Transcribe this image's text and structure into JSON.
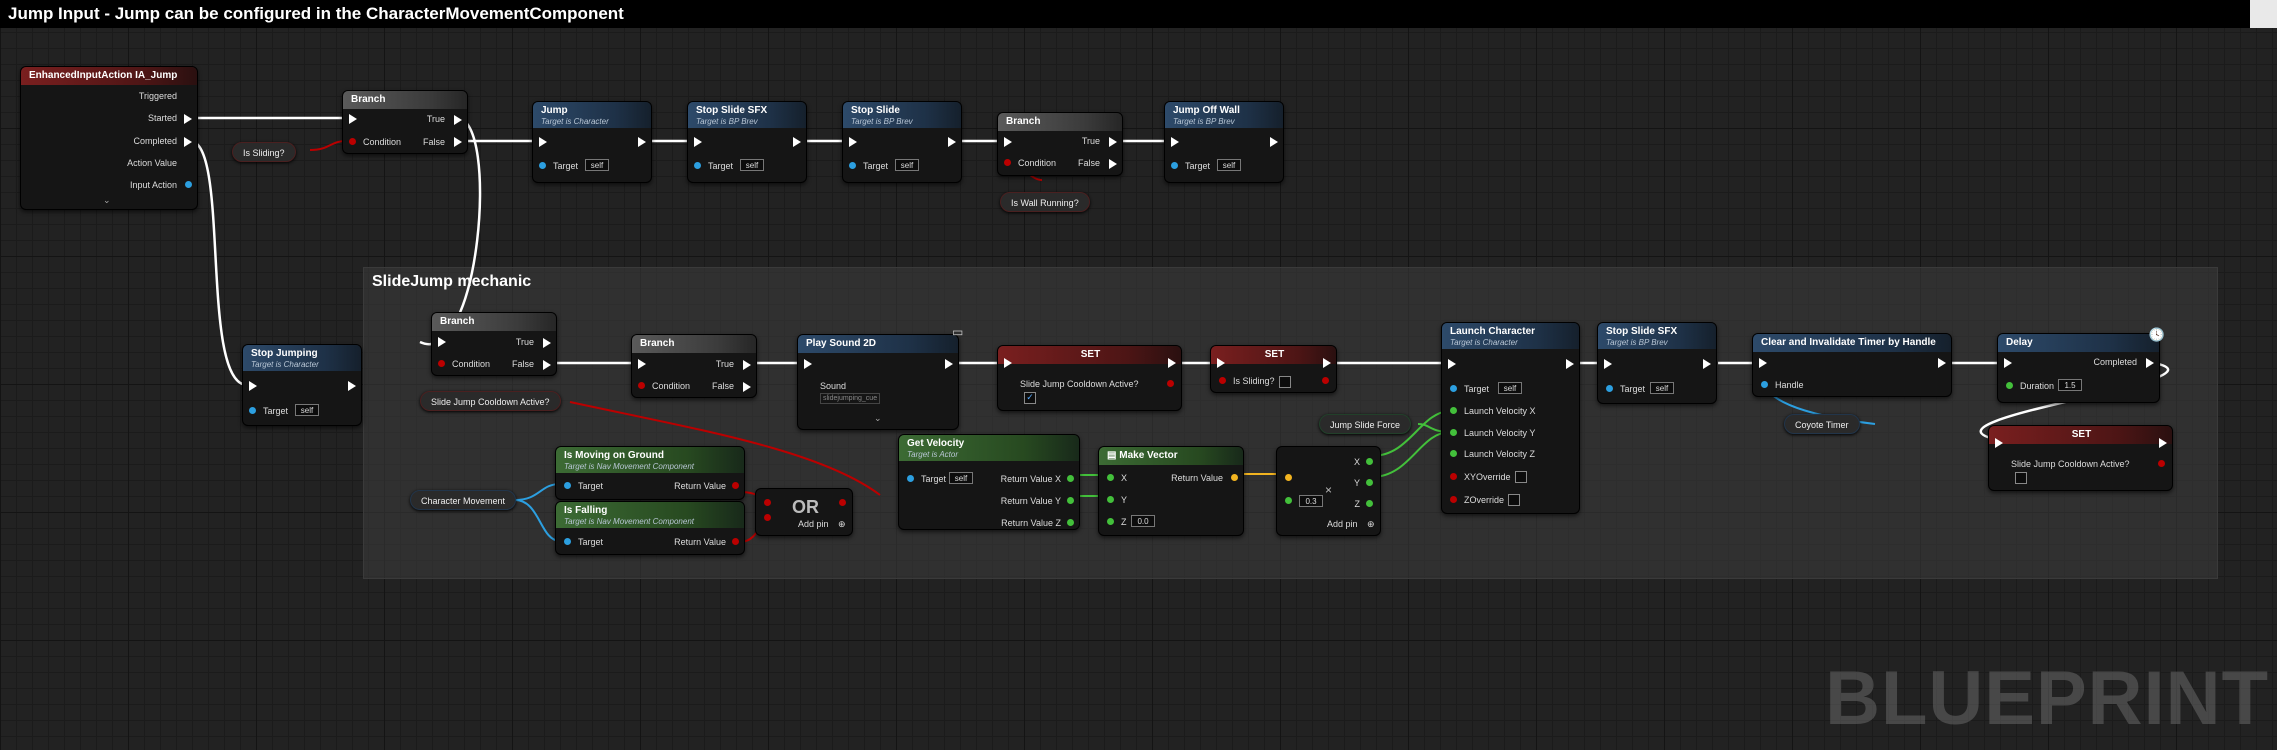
{
  "title": "Jump Input - Jump can be configured in the CharacterMovementComponent",
  "comment_title": "SlideJump mechanic",
  "watermark": "BLUEPRINT",
  "nodes": {
    "input": {
      "title": "EnhancedInputAction IA_Jump",
      "pins": [
        "Triggered",
        "Started",
        "Completed",
        "Action Value",
        "Input Action"
      ]
    },
    "branch1": {
      "title": "Branch",
      "true": "True",
      "false": "False",
      "condition": "Condition"
    },
    "is_sliding1": "Is Sliding?",
    "jump": {
      "title": "Jump",
      "sub": "Target is Character",
      "target": "Target",
      "self": "self"
    },
    "stop_slide_sfx1": {
      "title": "Stop Slide SFX",
      "sub": "Target is BP Brev",
      "target": "Target",
      "self": "self"
    },
    "stop_slide": {
      "title": "Stop Slide",
      "sub": "Target is BP Brev",
      "target": "Target",
      "self": "self"
    },
    "branch2": {
      "title": "Branch",
      "true": "True",
      "false": "False",
      "condition": "Condition"
    },
    "is_wall_running": "Is Wall Running?",
    "jump_off_wall": {
      "title": "Jump Off Wall",
      "sub": "Target is BP Brev",
      "target": "Target",
      "self": "self"
    },
    "stop_jumping": {
      "title": "Stop Jumping",
      "sub": "Target is Character",
      "target": "Target",
      "self": "self"
    },
    "branch3": {
      "title": "Branch",
      "true": "True",
      "false": "False",
      "condition": "Condition"
    },
    "slide_jump_cd1": "Slide Jump Cooldown Active?",
    "branch4": {
      "title": "Branch",
      "true": "True",
      "false": "False",
      "condition": "Condition"
    },
    "play_sound": {
      "title": "Play Sound 2D",
      "sound": "Sound",
      "asset": "slidejumping_cue"
    },
    "set1": {
      "title": "SET",
      "var": "Slide Jump Cooldown Active?"
    },
    "set2": {
      "title": "SET",
      "var": "Is Sliding?"
    },
    "launch": {
      "title": "Launch Character",
      "sub": "Target is Character",
      "target": "Target",
      "self": "self",
      "pins": [
        "Launch Velocity X",
        "Launch Velocity Y",
        "Launch Velocity Z",
        "XYOverride",
        "ZOverride"
      ]
    },
    "stop_slide_sfx2": {
      "title": "Stop Slide SFX",
      "sub": "Target is BP Brev",
      "target": "Target",
      "self": "self"
    },
    "clear_timer": {
      "title": "Clear and Invalidate Timer by Handle",
      "handle": "Handle"
    },
    "coyote": "Coyote Timer",
    "delay": {
      "title": "Delay",
      "completed": "Completed",
      "duration": "Duration",
      "value": "1.5"
    },
    "set3": {
      "title": "SET",
      "var": "Slide Jump Cooldown Active?"
    },
    "is_moving": {
      "title": "Is Moving on Ground",
      "sub": "Target is Nav Movement Component",
      "target": "Target",
      "ret": "Return Value"
    },
    "is_falling": {
      "title": "Is Falling",
      "sub": "Target is Nav Movement Component",
      "target": "Target",
      "ret": "Return Value"
    },
    "char_movement": "Character Movement",
    "or": {
      "title": "OR",
      "add": "Add pin"
    },
    "get_velocity": {
      "title": "Get Velocity",
      "sub": "Target is Actor",
      "target": "Target",
      "self": "self",
      "x": "Return Value X",
      "y": "Return Value Y",
      "z": "Return Value Z"
    },
    "make_vector": {
      "title": "Make Vector",
      "x": "X",
      "y": "Y",
      "z": "Z",
      "zval": "0.0",
      "ret": "Return Value"
    },
    "multiply": {
      "value": "0.3",
      "add": "Add pin",
      "x": "X",
      "y": "Y",
      "z": "Z"
    },
    "jump_slide_force": "Jump Slide Force"
  }
}
